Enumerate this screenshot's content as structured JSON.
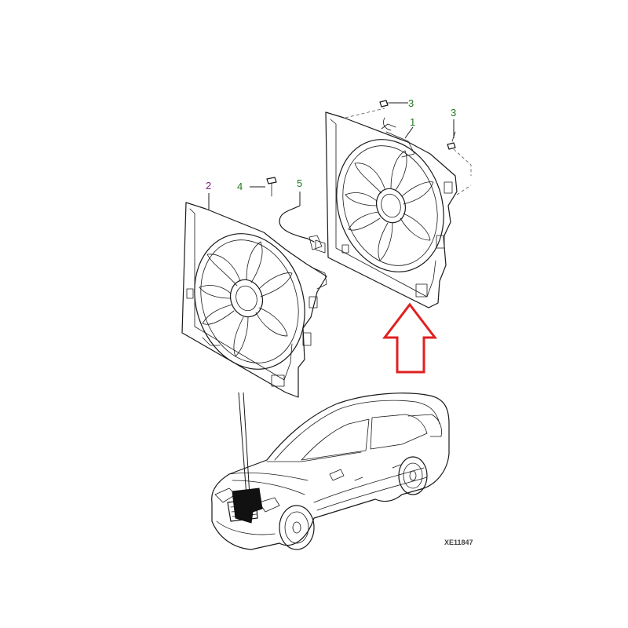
{
  "diagram": {
    "callouts": [
      {
        "id": "fan-assembly-right",
        "label": "1"
      },
      {
        "id": "fan-assembly-left",
        "label": "2"
      },
      {
        "id": "bolt-top-left",
        "label": "3"
      },
      {
        "id": "bolt-top-right",
        "label": "3"
      },
      {
        "id": "bolt-mount",
        "label": "4"
      },
      {
        "id": "wiring-harness",
        "label": "5"
      }
    ],
    "reference_code": "XE11847",
    "colors": {
      "arrow": "#e02020",
      "callout_text": "#1f7a1f",
      "callout_alt_text": "#7a1f7a",
      "line": "#1a1a1a"
    },
    "icons": [
      "up-arrow-icon"
    ]
  }
}
